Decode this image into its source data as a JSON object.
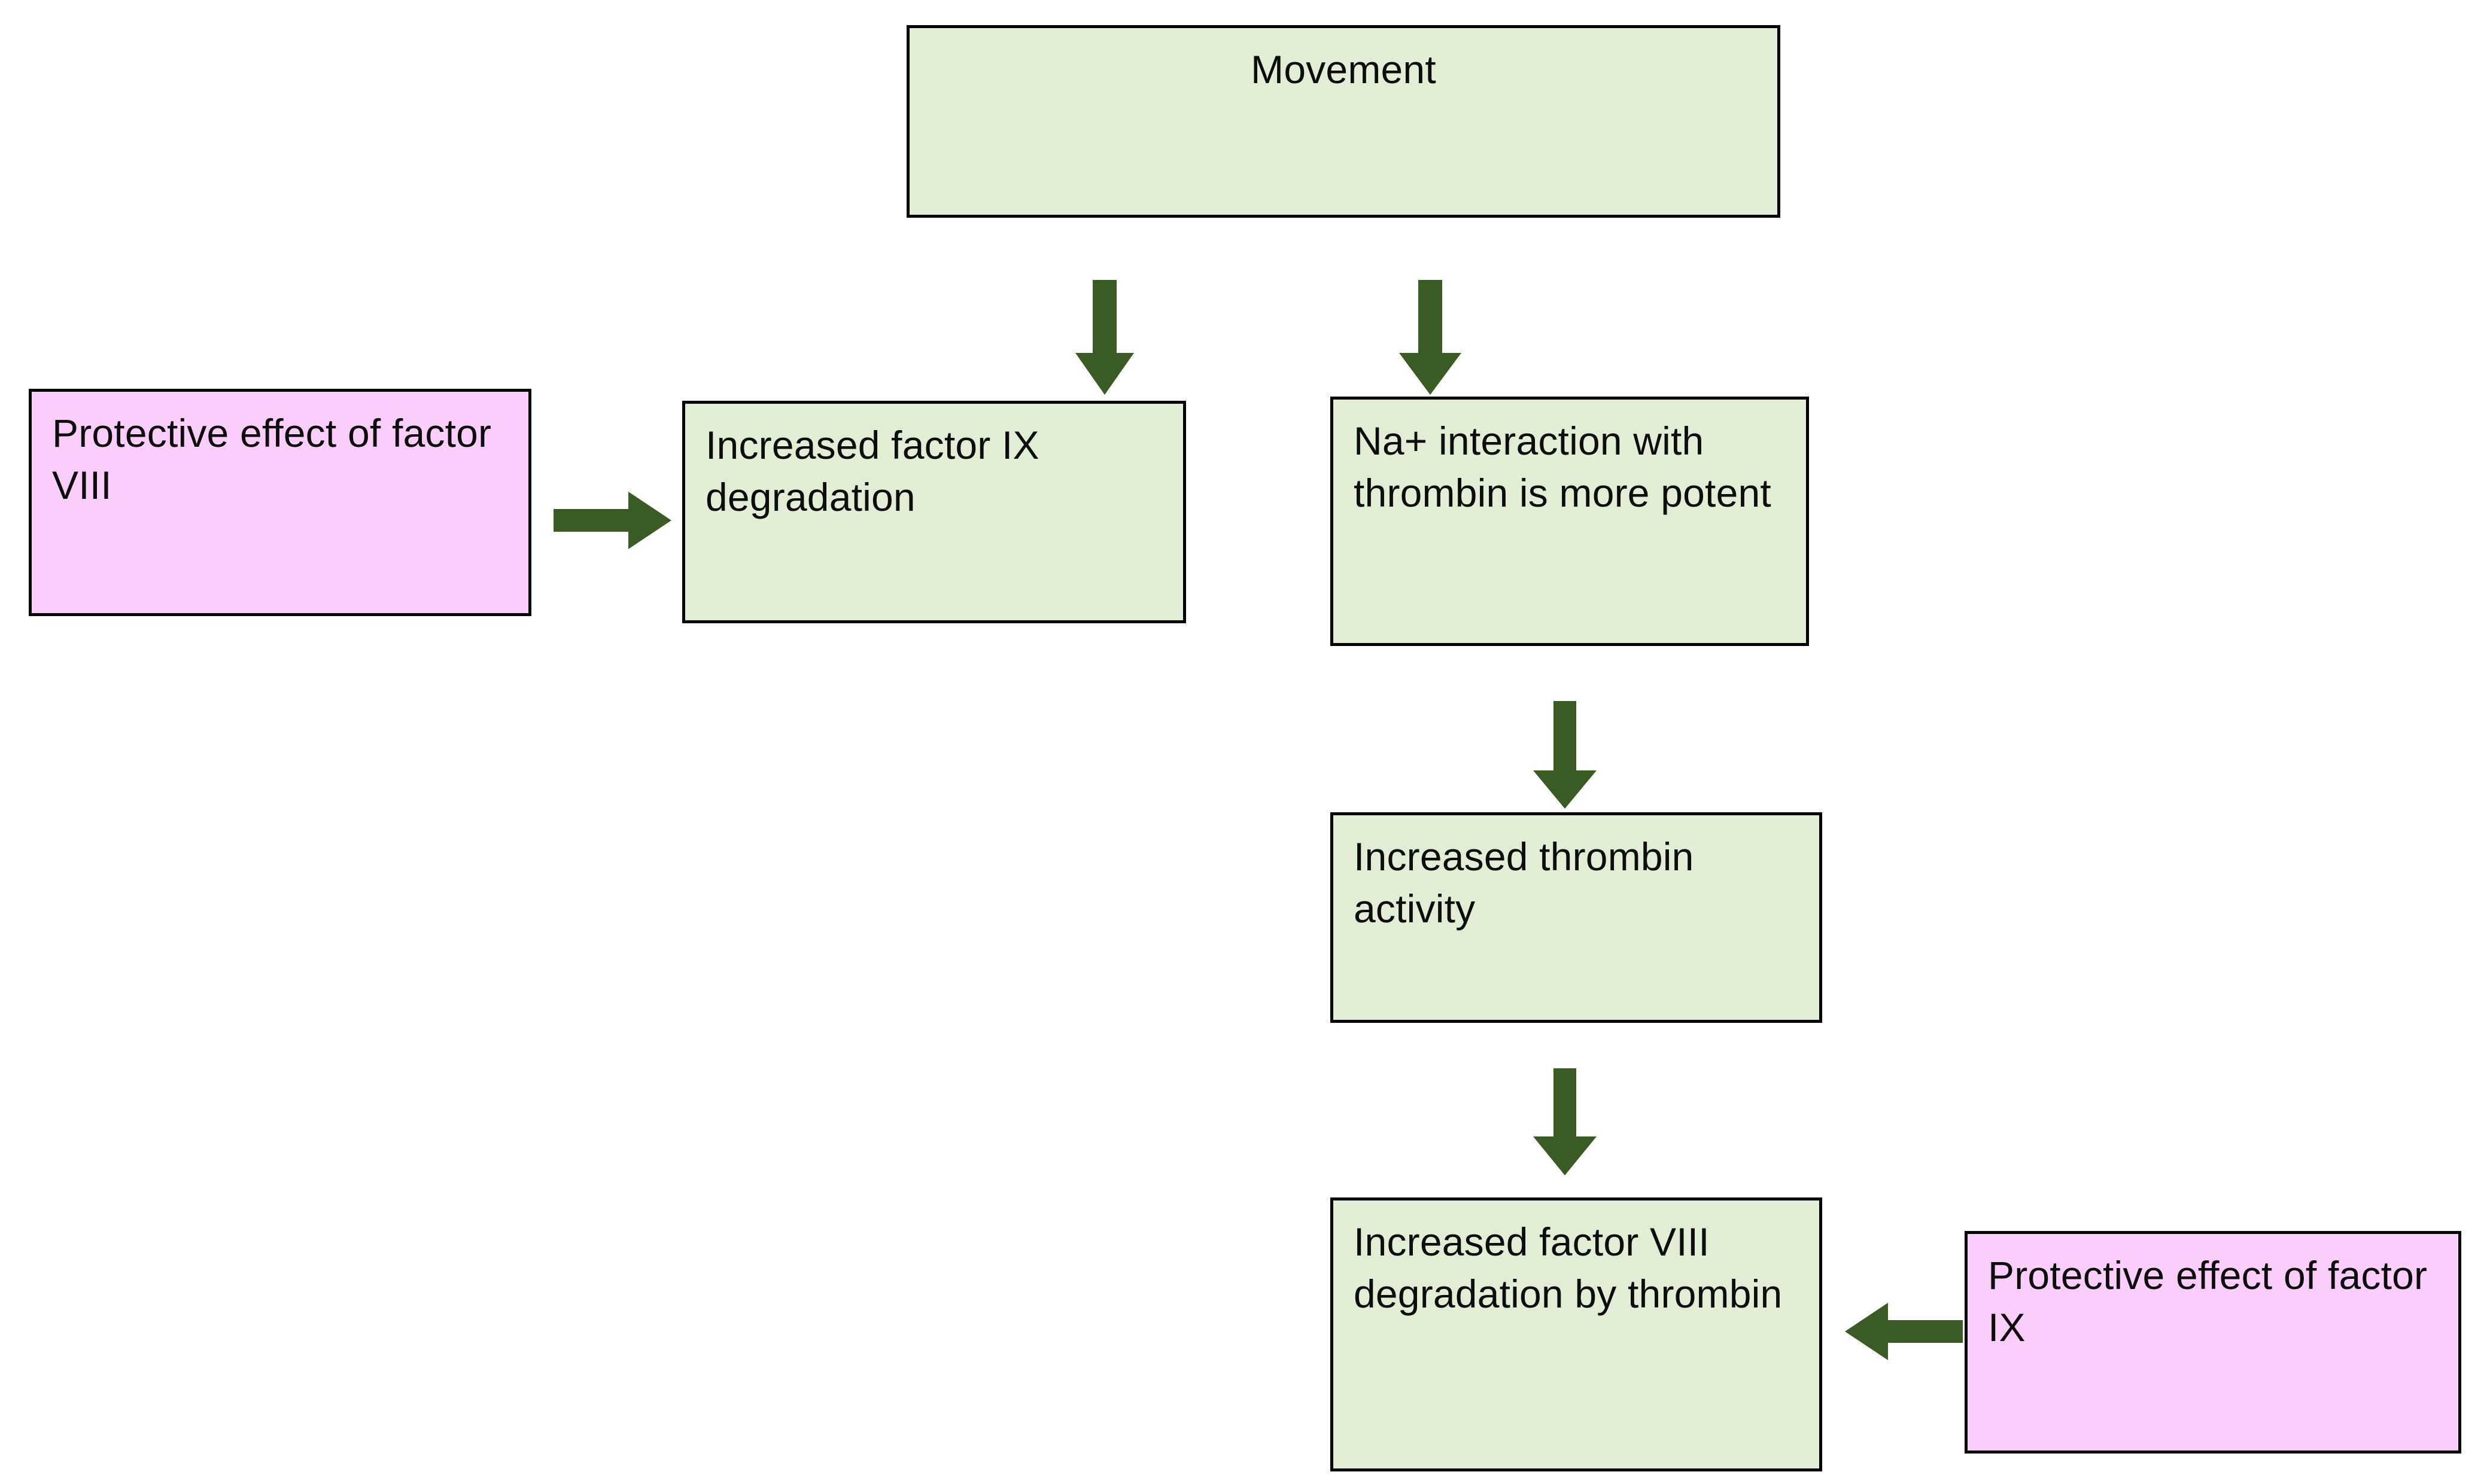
{
  "diagram": {
    "title_node": "Movement",
    "colors": {
      "box_green_fill": "#E2EDD5",
      "box_pink_fill": "#FACDFB",
      "box_border": "#000000",
      "arrow": "#3B5B24",
      "text": "#0D0D0D",
      "background": "#FFFFFF"
    },
    "nodes": [
      {
        "id": "movement",
        "label": "Movement",
        "type": "green",
        "align": "center"
      },
      {
        "id": "protective-viii",
        "label": "Protective effect of factor VIII",
        "type": "pink",
        "align": "left"
      },
      {
        "id": "increased-ix-degradation",
        "label": "Increased factor IX degradation",
        "type": "green",
        "align": "left"
      },
      {
        "id": "na-interaction",
        "label": "Na+ interaction with thrombin is more potent",
        "type": "green",
        "align": "left"
      },
      {
        "id": "increased-thrombin-activity",
        "label": "Increased thrombin activity",
        "type": "green",
        "align": "left"
      },
      {
        "id": "increased-viii-degradation",
        "label": "Increased factor VIII degradation by thrombin",
        "type": "green",
        "align": "left"
      },
      {
        "id": "protective-ix",
        "label": "Protective effect of factor IX",
        "type": "pink",
        "align": "left"
      }
    ],
    "edges": [
      {
        "id": "movement-to-ix-degradation",
        "from": "movement",
        "to": "increased-ix-degradation",
        "direction": "down"
      },
      {
        "id": "movement-to-na-interaction",
        "from": "movement",
        "to": "na-interaction",
        "direction": "down"
      },
      {
        "id": "protective-viii-to-ix-degradation",
        "from": "protective-viii",
        "to": "increased-ix-degradation",
        "direction": "right"
      },
      {
        "id": "na-interaction-to-thrombin-activity",
        "from": "na-interaction",
        "to": "increased-thrombin-activity",
        "direction": "down"
      },
      {
        "id": "thrombin-activity-to-viii-degradation",
        "from": "increased-thrombin-activity",
        "to": "increased-viii-degradation",
        "direction": "down"
      },
      {
        "id": "protective-ix-to-viii-degradation",
        "from": "protective-ix",
        "to": "increased-viii-degradation",
        "direction": "left"
      }
    ]
  }
}
